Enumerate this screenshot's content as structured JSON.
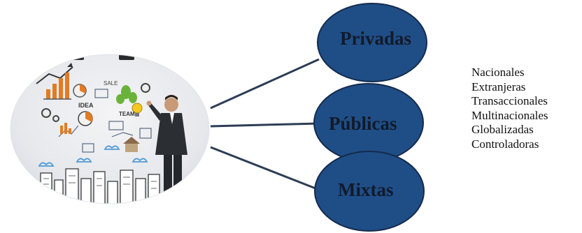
{
  "diagram": {
    "nodes": [
      {
        "id": "privadas",
        "label": "Privadas"
      },
      {
        "id": "publicas",
        "label": "Públicas"
      },
      {
        "id": "mixtas",
        "label": "Mixtas"
      }
    ],
    "types_list": [
      "Nacionales",
      "Extranjeras",
      "Transaccionales",
      "Multinacionales",
      "Globalizadas",
      "Controladoras"
    ],
    "colors": {
      "node_fill": "#1f4e87",
      "node_stroke": "#152b4d",
      "connector": "#2d3d55",
      "label_text": "#121a2a"
    },
    "illustration": {
      "icon": "business-sketch-illustration-icon",
      "whiteboard_words": [
        "IDEA",
        "SALE",
        "TEAM"
      ]
    }
  }
}
